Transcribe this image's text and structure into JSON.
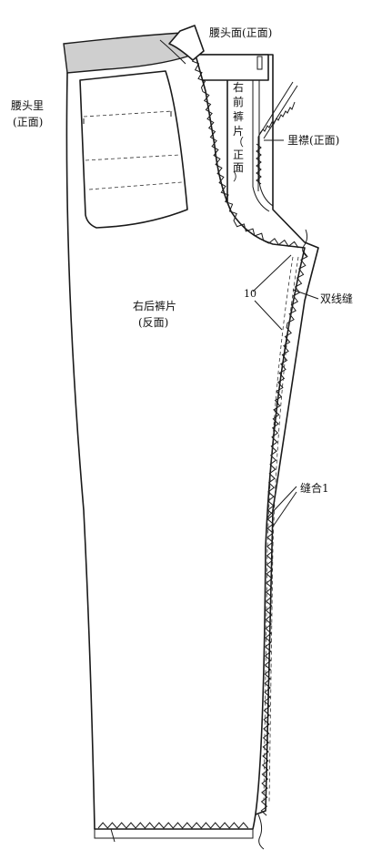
{
  "labels": {
    "waistband_face": "腰头面(正面)",
    "waistband_lining": "腰头里",
    "waistband_lining_side": "(正面)",
    "right_front_panel": [
      "右",
      "前",
      "裤",
      "片"
    ],
    "right_front_side": [
      "（",
      "正",
      "面",
      "）"
    ],
    "fly_facing": "里襟(正面)",
    "allowance": "10",
    "double_stitch": "双线缝",
    "right_back_panel": "右后裤片",
    "right_back_side": "(反面)",
    "seam": "缝合1"
  }
}
